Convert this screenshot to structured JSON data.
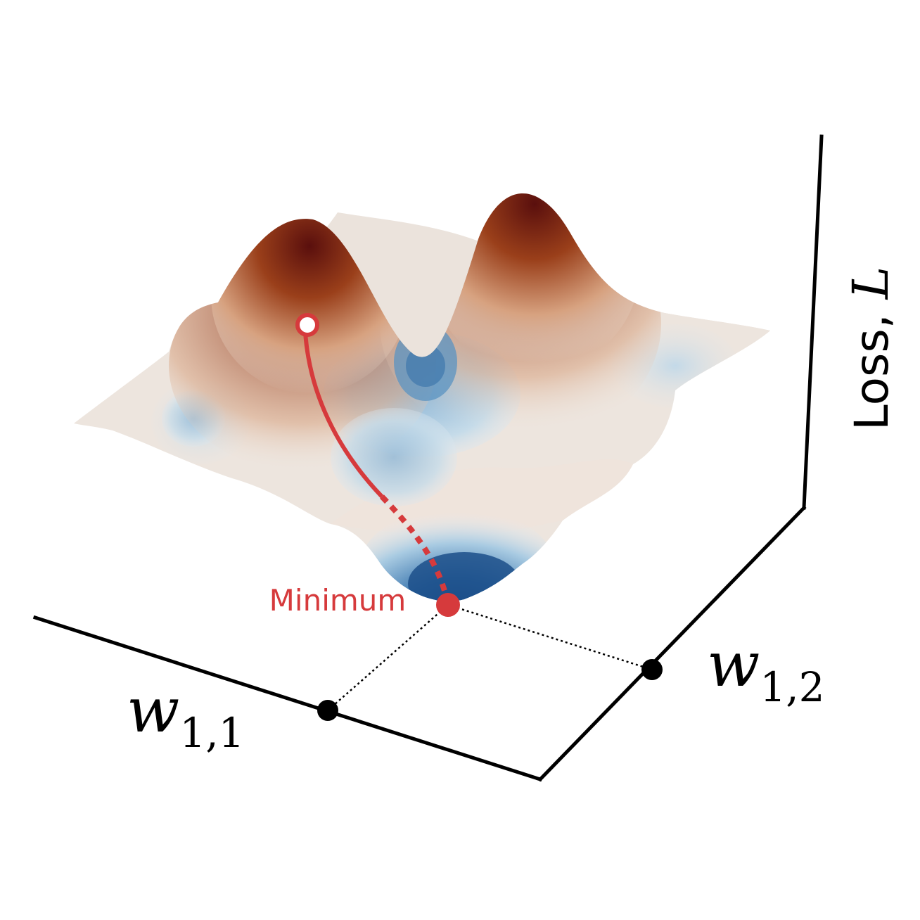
{
  "axes": {
    "w11": {
      "symbol": "w",
      "subscript": "1,1"
    },
    "w12": {
      "symbol": "w",
      "subscript": "1,2"
    },
    "loss": {
      "prefix": "Loss, ",
      "symbol": "L"
    }
  },
  "annotation": {
    "minimum_label": "Minimum"
  },
  "colors": {
    "path": "#d63a3c",
    "axis": "#000000",
    "surface_high": "#67100c",
    "surface_mid": "#ece5df",
    "surface_low": "#0f3f7a"
  }
}
